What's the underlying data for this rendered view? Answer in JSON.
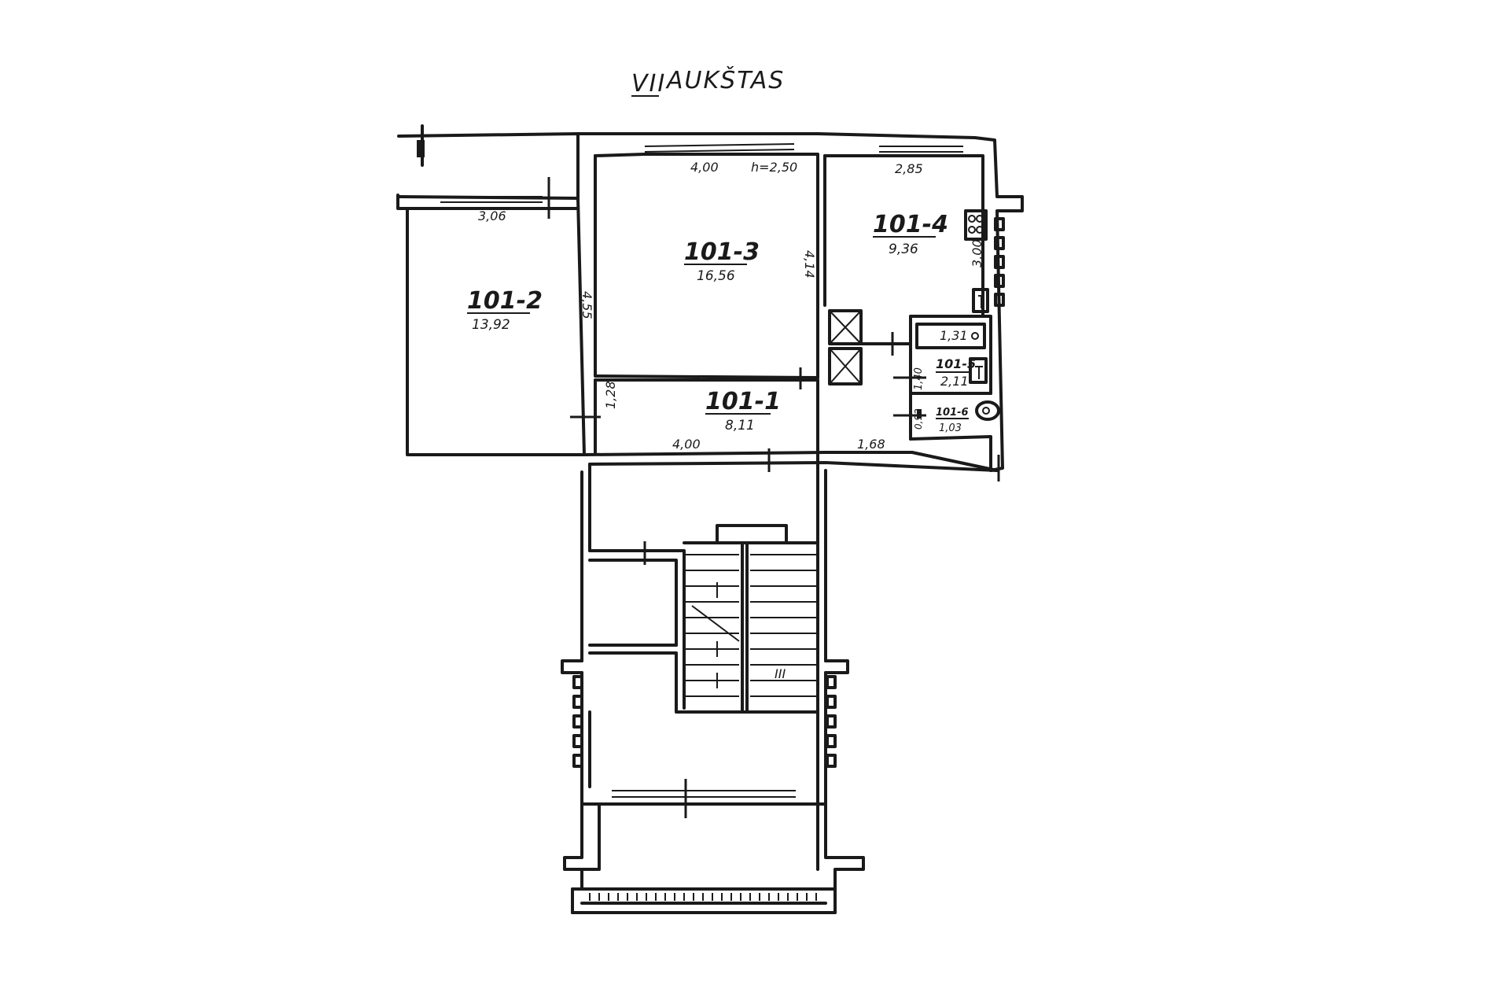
{
  "title": {
    "roman": "VII",
    "word": "AUKŠTAS"
  },
  "height_label": "h=2,50",
  "rooms": [
    {
      "id": "101-1",
      "area": "8,11"
    },
    {
      "id": "101-2",
      "area": "13,92"
    },
    {
      "id": "101-3",
      "area": "16,56"
    },
    {
      "id": "101-4",
      "area": "9,36"
    },
    {
      "id": "101-5",
      "area": "2,11"
    },
    {
      "id": "101-6",
      "area": "1,03"
    }
  ],
  "dimensions": {
    "d_306": "3,06",
    "d_455": "4,55",
    "d_400_top": "4,00",
    "d_414": "4,14",
    "d_285": "2,85",
    "d_300": "3,00",
    "d_131": "1,31",
    "d_140": "1,40",
    "d_092": "0,92",
    "d_128": "1,28",
    "d_400_bottom": "4,00",
    "d_168": "1,68"
  },
  "stair_mark": "III"
}
